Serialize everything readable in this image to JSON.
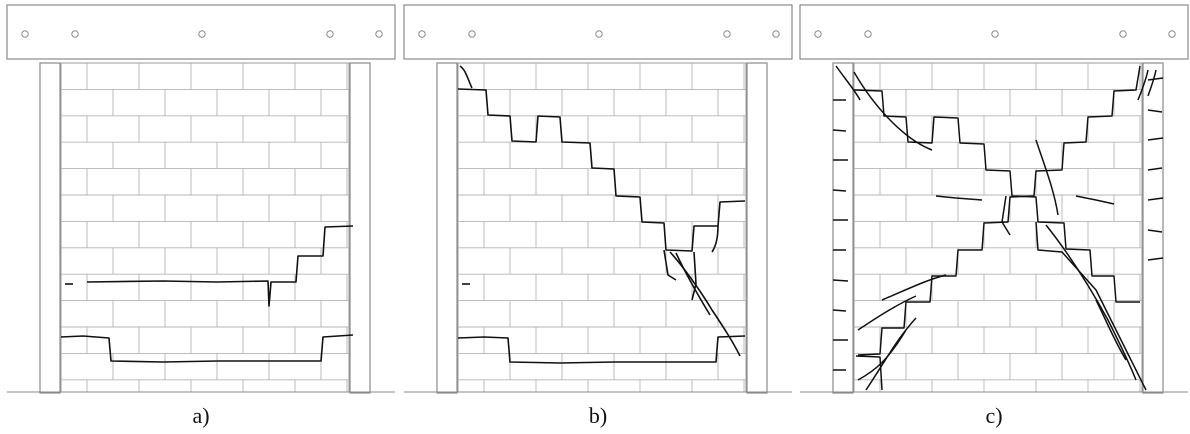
{
  "figure": {
    "panels": [
      {
        "id": "a",
        "caption": "a)"
      },
      {
        "id": "b",
        "caption": "b)"
      },
      {
        "id": "c",
        "caption": "c)"
      }
    ]
  },
  "colors": {
    "frame": "#8a8a8a",
    "mortar": "#b4b4b4",
    "crack": "#111111",
    "bolt": "#8a8a8a"
  }
}
